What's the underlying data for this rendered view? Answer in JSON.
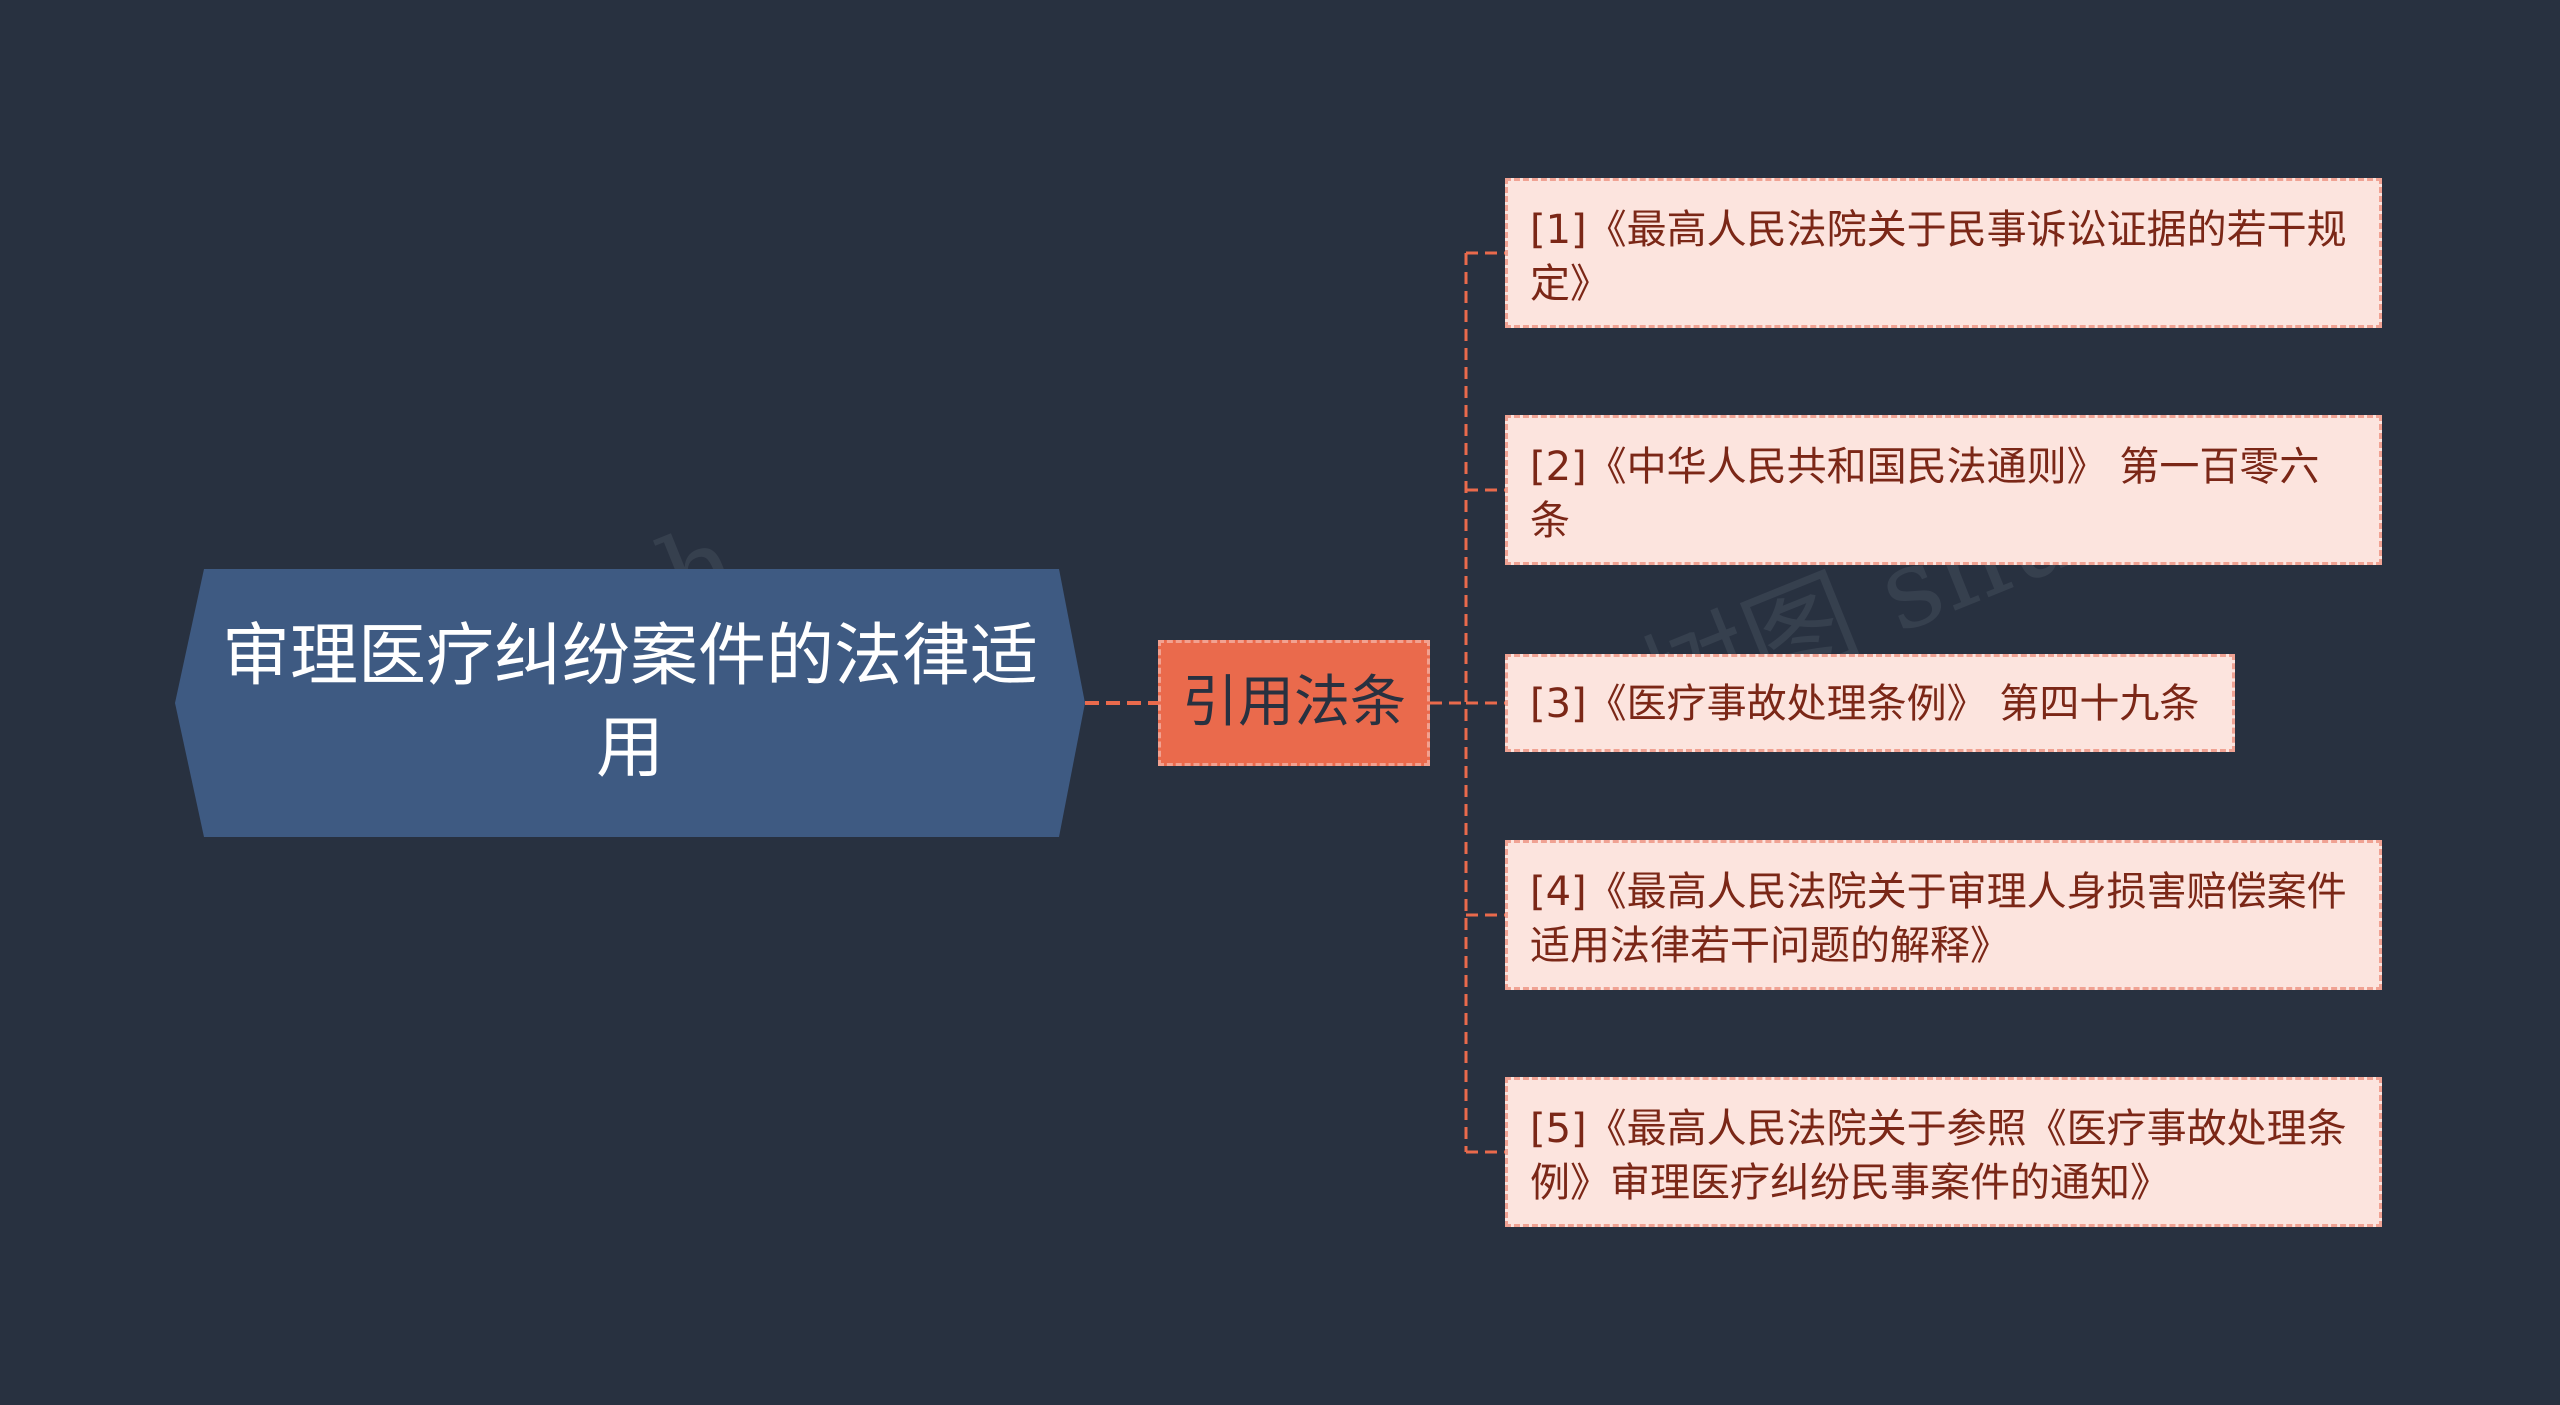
{
  "watermark": {
    "text_left": "树图 sh",
    "text_right": "树图 shutu.c"
  },
  "mindmap": {
    "root": {
      "label": "审理医疗纠纷案件的法律适用"
    },
    "branch": {
      "label": "引用法条"
    },
    "leaves": [
      {
        "label": "[1]《最高人民法院关于民事诉讼证据的若干规定》"
      },
      {
        "label": "[2]《中华人民共和国民法通则》 第一百零六条"
      },
      {
        "label": "[3]《医疗事故处理条例》 第四十九条"
      },
      {
        "label": "[4]《最高人民法院关于审理人身损害赔偿案件适用法律若干问题的解释》"
      },
      {
        "label": "[5]《最高人民法院关于参照《医疗事故处理条例》审理医疗纠纷民事案件的通知》"
      }
    ]
  },
  "colors": {
    "background": "#283140",
    "root_fill": "#3e5a82",
    "branch_fill": "#ea6a4c",
    "leaf_fill": "#fce4de",
    "leaf_text": "#7b2717",
    "connector": "#ea6a4c"
  }
}
